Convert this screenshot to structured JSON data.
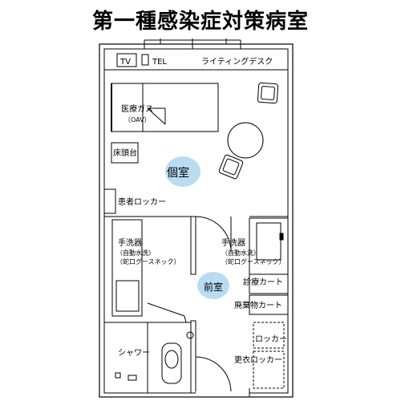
{
  "title": "第一種感染症対策病室",
  "labels": {
    "tv": "TV",
    "tel": "TEL",
    "lighting_desk": "ライティングデスク",
    "medical_gas": "医療ガス",
    "oav": "（OAV）",
    "bedside_table": "床頭台",
    "private_room": "個室",
    "patient_locker": "患者ロッカー",
    "sink_left": "手洗器",
    "sink_left_sub1": "（自動水洗）",
    "sink_left_sub2": "（蛇口グースネック）",
    "sink_right": "手洗器",
    "sink_right_sub1": "（自動水洗）",
    "sink_right_sub2": "（蛇口グースネック）",
    "anteroom": "前室",
    "exam_cart": "診療カート",
    "waste_cart": "廃棄物カート",
    "locker": "ロッカー",
    "changing_locker": "更衣ロッカー",
    "shower": "シャワー"
  },
  "colors": {
    "room_highlight": "#b9dcf1",
    "line": "#000000"
  }
}
